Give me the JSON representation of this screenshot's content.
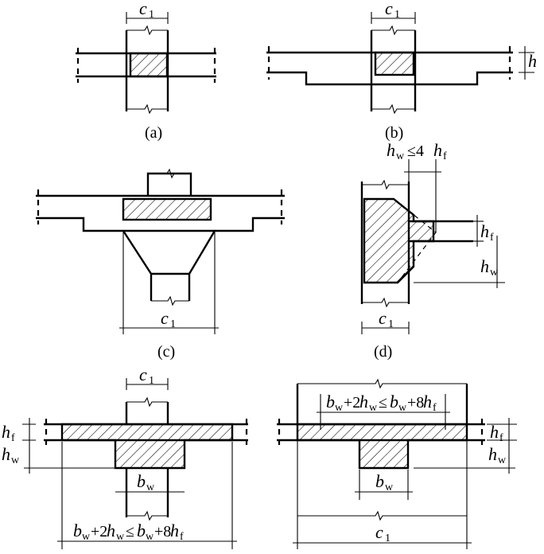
{
  "symbols": {
    "c": "c",
    "c_sub": "1",
    "h": "h",
    "hw": "h",
    "hw_sub": "w",
    "hf": "h",
    "hf_sub": "f",
    "bw": "b",
    "bw_sub": "w"
  },
  "captions": {
    "a": "(a)",
    "b": "(b)",
    "c": "(c)",
    "d": "(d)"
  },
  "limits": {
    "d_lhs": "h",
    "d_lhs_sub": "w",
    "d_op": "≤4",
    "d_rhs": "h",
    "d_rhs_sub": "f",
    "e_b1": "b",
    "e_s1": "w",
    "e_plus": "+2",
    "e_h": "h",
    "e_s2": "w",
    "e_le": "≤",
    "e_b2": "b",
    "e_s3": "w",
    "e_plus2": "+8",
    "e_h2": "h",
    "e_s4": "f"
  }
}
